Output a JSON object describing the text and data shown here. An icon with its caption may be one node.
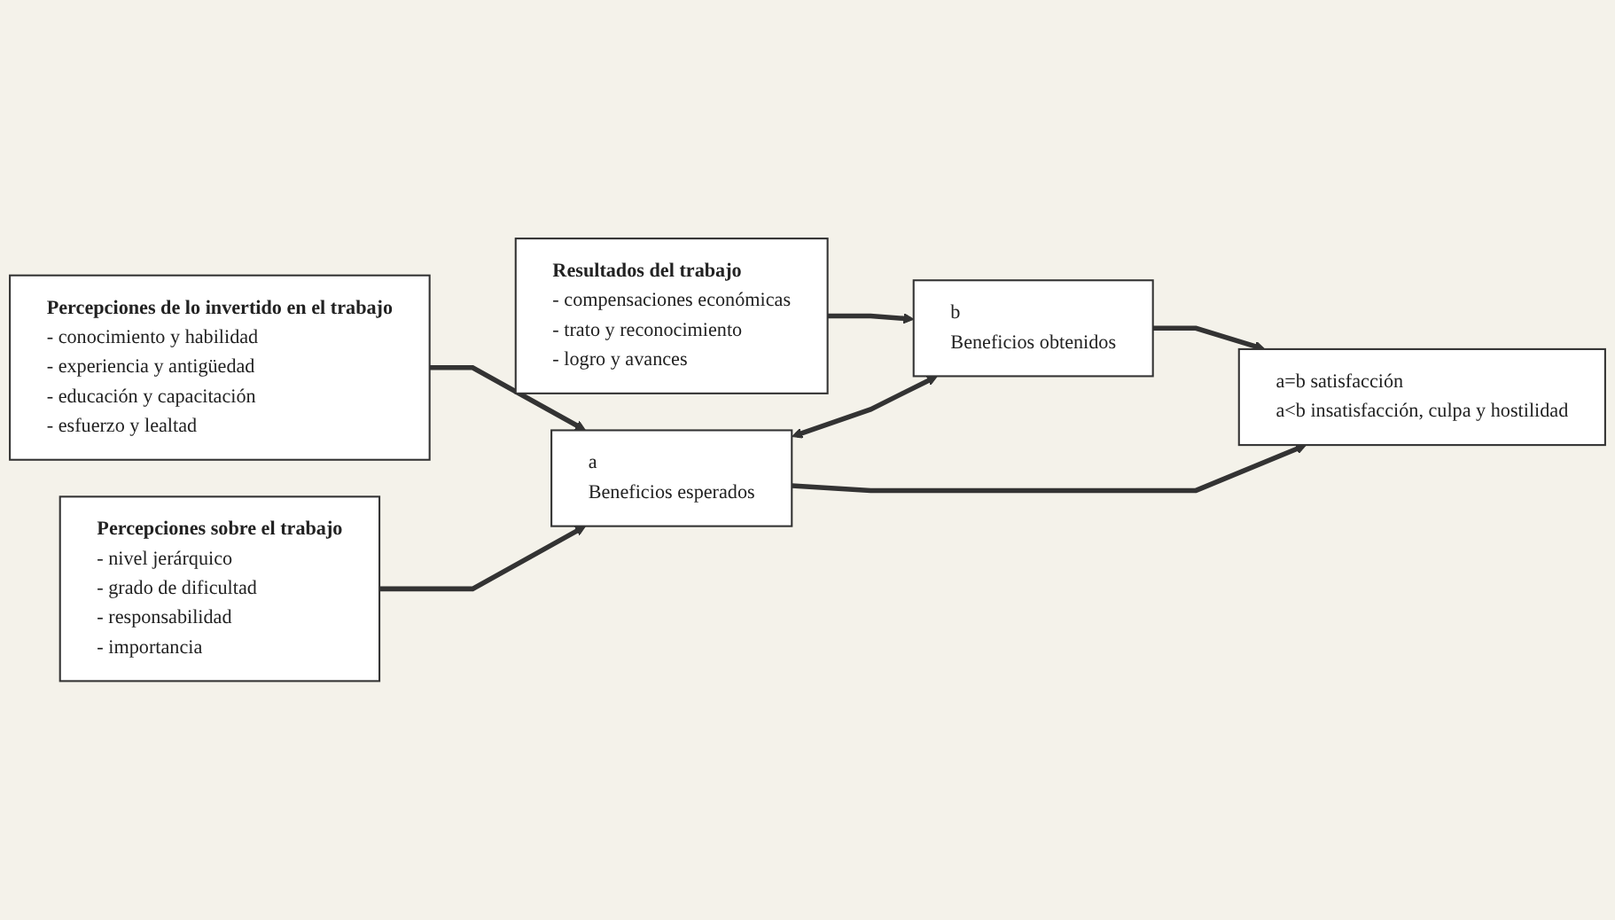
{
  "diagram": {
    "nodes": [
      {
        "text": [
          "Percepciones de lo invertido en el trabajo",
          "- conocimiento y habilidad",
          "- experiencia y antigüedad",
          "- educación y capacitación",
          "- esfuerzo y lealtad"
        ]
      },
      {
        "text": [
          "Percepciones sobre el trabajo",
          "- nivel jerárquico",
          "- grado de dificultad",
          "- responsabilidad",
          "- importancia"
        ]
      },
      {
        "text": [
          "Resultados del trabajo",
          "- compensaciones económicas",
          "- trato y reconocimiento",
          "- logro y avances"
        ]
      },
      {
        "text": [
          "a",
          "Beneficios esperados"
        ]
      },
      {
        "text": [
          "b",
          "Beneficios obtenidos"
        ]
      },
      {
        "text": [
          "a=b satisfacción",
          "a<b insatisfacción, culpa y hostilidad"
        ]
      }
    ],
    "edges": [
      {
        "from": 0,
        "to": 3,
        "arrow": "to"
      },
      {
        "from": 1,
        "to": 3,
        "arrow": "to"
      },
      {
        "from": 2,
        "to": 4,
        "arrow": "to"
      },
      {
        "from": 3,
        "to": 4,
        "arrow": "both"
      },
      {
        "from": 3,
        "to": 5,
        "arrow": "to"
      },
      {
        "from": 4,
        "to": 5,
        "arrow": "to"
      }
    ]
  }
}
